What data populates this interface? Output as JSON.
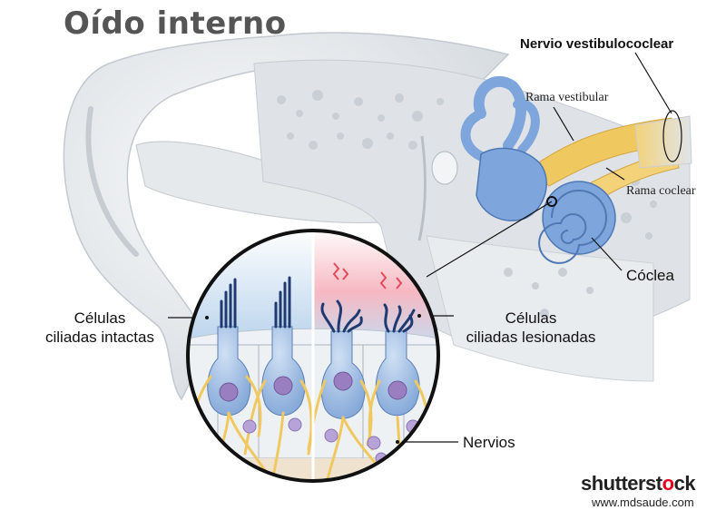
{
  "title": "Oído interno",
  "labels": {
    "nerve": "Nervio vestibulococlear",
    "vestibular_branch": "Rama vestibular",
    "cochlear_branch": "Rama coclear",
    "cochlea": "Cóclea",
    "intact_line1": "Células",
    "intact_line2": "ciliadas intactas",
    "damaged_line1": "Células",
    "damaged_line2": "ciliadas lesionadas",
    "nerves": "Nervios"
  },
  "watermark": {
    "brand_a": "shutterst",
    "brand_b": "o",
    "brand_c": "ck",
    "site": "www.mdsaude.com"
  },
  "colors": {
    "cochlea_blue": "#7ea6dc",
    "nerve_yellow": "#f0c860",
    "bone_gray": "#d8dde2",
    "damage_pink": "#f08a9a",
    "cell_blue": "#8fb4e2",
    "nucleus_purple": "#9a7fc0"
  }
}
